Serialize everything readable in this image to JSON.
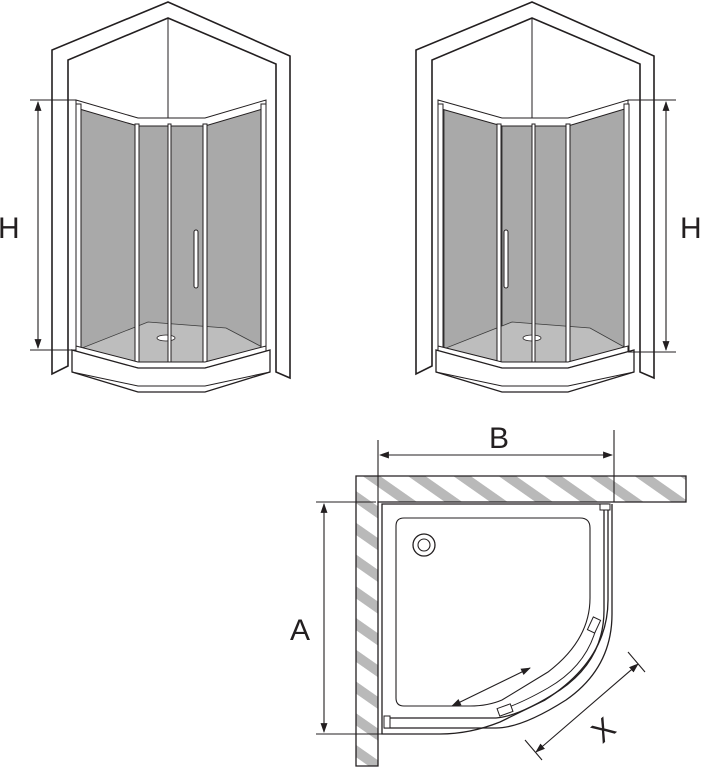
{
  "labels": {
    "height_left": "H",
    "height_right": "H",
    "width_b": "B",
    "depth_a": "A",
    "diagonal_x": "X"
  }
}
